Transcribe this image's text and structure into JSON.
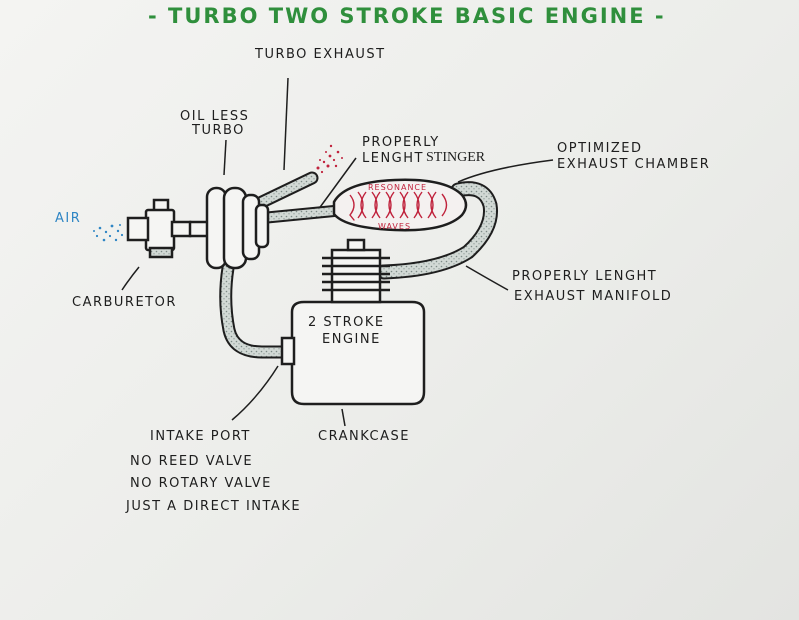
{
  "title": "- TURBO TWO STROKE BASIC ENGINE -",
  "labels": {
    "turbo_exhaust": "TURBO EXHAUST",
    "oil_less": "OIL LESS",
    "turbo": "TURBO",
    "properly": "PROPERLY",
    "lenght": "LENGHT",
    "stinger": "STINGER",
    "optimized": "OPTIMIZED",
    "exhaust_chamber": "EXHAUST CHAMBER",
    "air": "AIR",
    "resonance": "RESONANCE",
    "waves": "WAVES",
    "engine_line1": "2 STROKE",
    "engine_line2": "ENGINE",
    "carburetor": "CARBURETOR",
    "manifold_line1": "PROPERLY LENGHT",
    "manifold_line2": "EXHAUST MANIFOLD",
    "intake_port": "INTAKE PORT",
    "crankcase": "CRANKCASE",
    "no_reed": "NO REED VALVE",
    "no_rotary": "NO ROTARY VALVE",
    "direct_intake": "JUST A DIRECT INTAKE"
  },
  "colors": {
    "title": "#2f8f3c",
    "air": "#2f86c4",
    "resonance": "#c0233d",
    "ink": "#1e1e1e",
    "pipe_fill": "#c9d3ce"
  }
}
